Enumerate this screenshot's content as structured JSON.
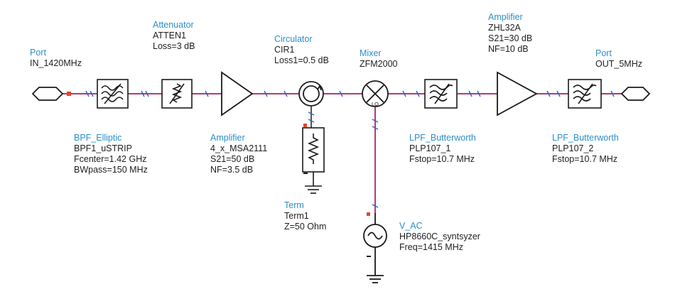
{
  "components": {
    "port_in": {
      "type": "Port",
      "lines": [
        "IN_1420MHz"
      ]
    },
    "bpf": {
      "type": "BPF_Elliptic",
      "lines": [
        "BPF1_uSTRIP",
        "Fcenter=1.42 GHz",
        "BWpass=150 MHz"
      ]
    },
    "attenuator": {
      "type": "Attenuator",
      "lines": [
        "ATTEN1",
        "Loss=3 dB"
      ]
    },
    "amp1": {
      "type": "Amplifier",
      "lines": [
        "4_x_MSA2111",
        "S21=50 dB",
        "NF=3.5 dB"
      ]
    },
    "circulator": {
      "type": "Circulator",
      "lines": [
        "CIR1",
        "Loss1=0.5 dB"
      ]
    },
    "term": {
      "type": "Term",
      "lines": [
        "Term1",
        "Z=50 Ohm"
      ]
    },
    "mixer": {
      "type": "Mixer",
      "lines": [
        "ZFM2000"
      ],
      "lo_label": "LO"
    },
    "vac": {
      "type": "V_AC",
      "lines": [
        "HP8660C_syntsyzer",
        "Freq=1415 MHz"
      ]
    },
    "lpf1": {
      "type": "LPF_Butterworth",
      "lines": [
        "PLP107_1",
        "Fstop=10.7 MHz"
      ]
    },
    "amp2": {
      "type": "Amplifier",
      "lines": [
        "ZHL32A",
        "S21=30 dB",
        "NF=10 dB"
      ]
    },
    "lpf2": {
      "type": "LPF_Butterworth",
      "lines": [
        "PLP107_2",
        "Fstop=10.7 MHz"
      ]
    },
    "port_out": {
      "type": "Port",
      "lines": [
        "OUT_5MHz"
      ]
    }
  },
  "colors": {
    "wire": "#b03a78",
    "stroke": "#1a1a1a",
    "pin": "#2b64c8",
    "marker": "#e0482a",
    "type_label": "#2a8fc9"
  }
}
